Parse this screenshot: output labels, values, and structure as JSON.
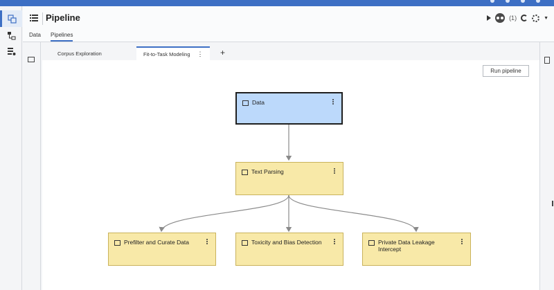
{
  "header": {
    "title": "Pipeline",
    "collaborator_count": "(1)"
  },
  "subtabs": [
    {
      "label": "Data"
    },
    {
      "label": "Pipelines"
    }
  ],
  "pipeline_tabs": [
    {
      "label": "Corpus Exploration"
    },
    {
      "label": "Fit-to-Task Modeling"
    }
  ],
  "toolbar": {
    "run_label": "Run pipeline"
  },
  "nodes": {
    "data": "Data",
    "text_parsing": "Text Parsing",
    "prefilter": "Prefilter and Curate Data",
    "toxicity": "Toxicity and Bias Detection",
    "private": "Private Data Leakage Intercept"
  },
  "colors": {
    "accent": "#3d6fc4",
    "data_node": "#bcd9fb",
    "task_node": "#f8e9a8",
    "edge": "#8a8a8a"
  }
}
